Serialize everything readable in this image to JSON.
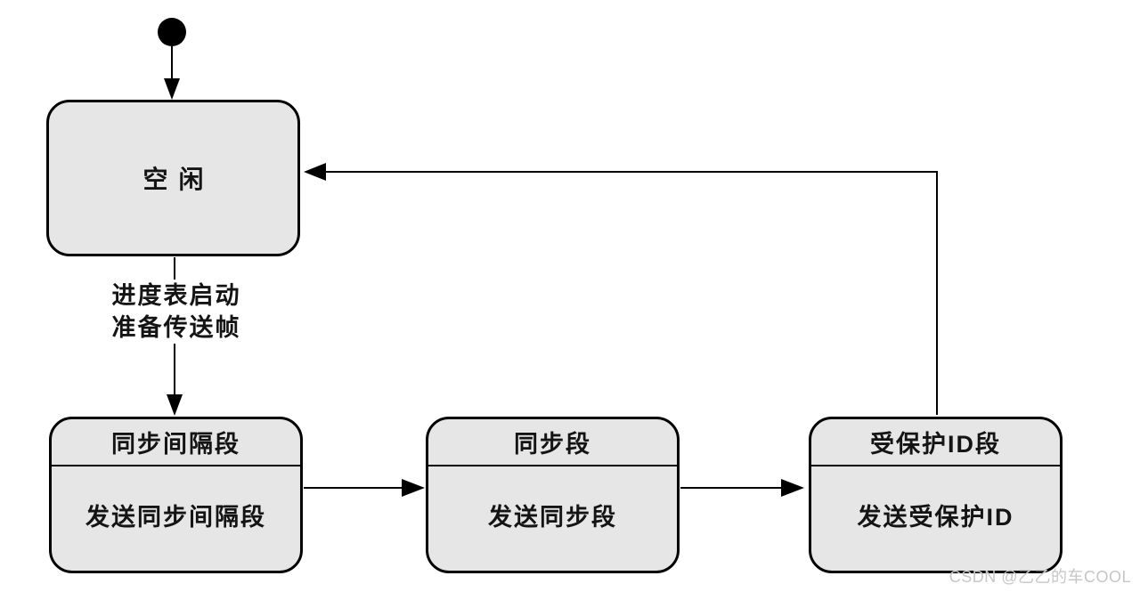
{
  "diagram": {
    "states": {
      "idle": {
        "label": "空闲"
      },
      "sync_break": {
        "title": "同步间隔段",
        "body": "发送同步间隔段"
      },
      "sync_field": {
        "title": "同步段",
        "body": "发送同步段"
      },
      "protected_id": {
        "title": "受保护ID段",
        "body": "发送受保护ID"
      }
    },
    "transitions": {
      "idle_to_sync_break": {
        "line1": "进度表启动",
        "line2": "准备传送帧"
      }
    },
    "colors": {
      "background": "#ffffff",
      "state_fill": "#e6e6e6",
      "state_border": "#000000",
      "connector": "#000000",
      "text": "#141414",
      "watermark": "#c6c6c6"
    }
  },
  "watermark": {
    "text": "CSDN @乙乙的车COOL"
  }
}
